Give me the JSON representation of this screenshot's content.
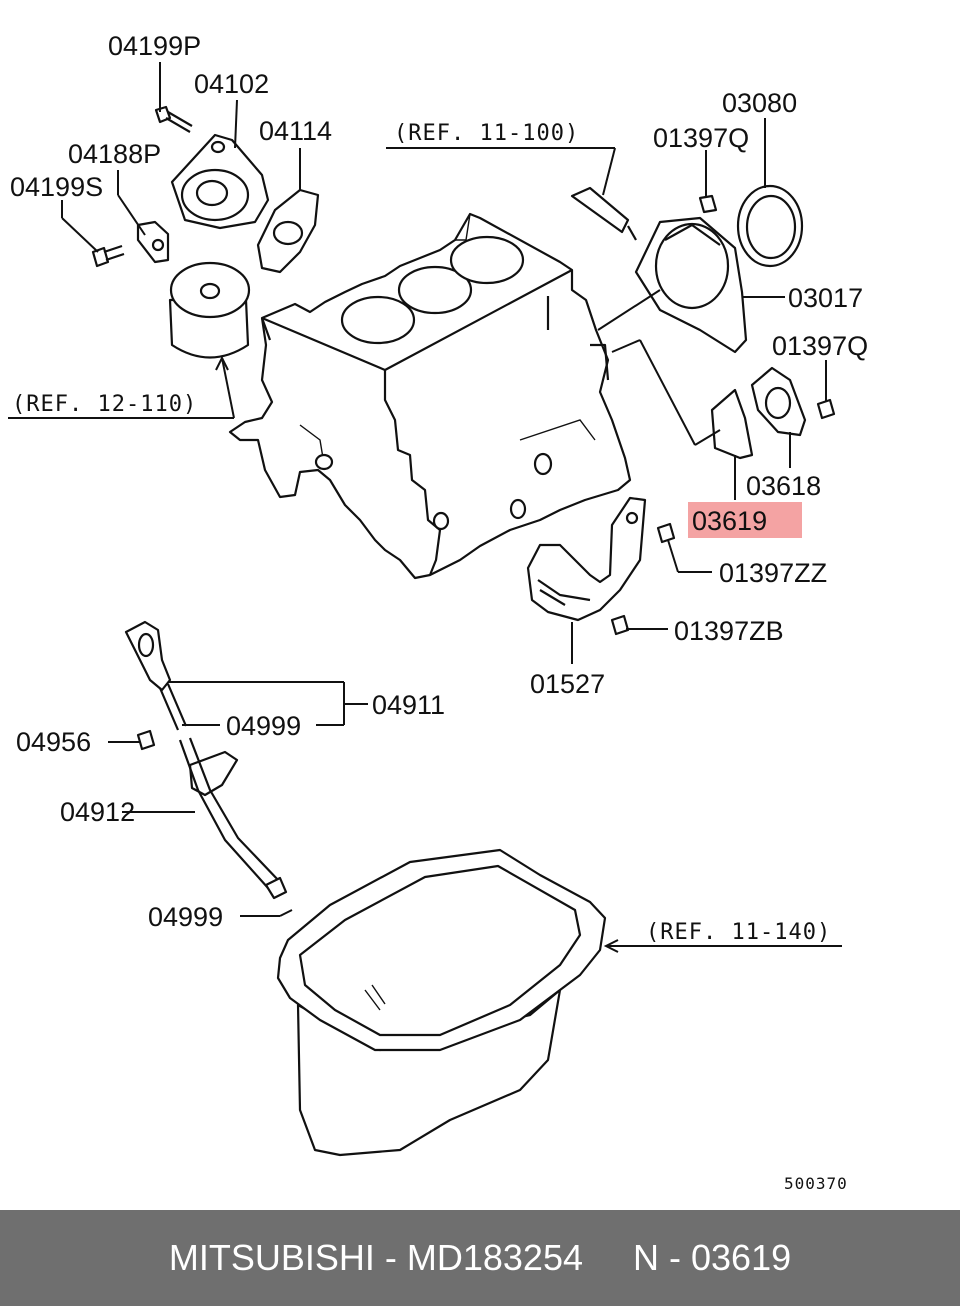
{
  "highlight_color": "#f4a3a3",
  "footer_bg": "#6f6f6f",
  "labels": {
    "p04199P": "04199P",
    "p04102": "04102",
    "p04114": "04114",
    "p04188P": "04188P",
    "p04199S": "04199S",
    "p03080": "03080",
    "p01397Q_top": "01397Q",
    "p03017": "03017",
    "p01397Q_right": "01397Q",
    "p03618": "03618",
    "p03619": "03619",
    "p01397ZZ": "01397ZZ",
    "p01397ZB": "01397ZB",
    "p01527": "01527",
    "p04911": "04911",
    "p04999_upper": "04999",
    "p04956": "04956",
    "p04912": "04912",
    "p04999_lower": "04999"
  },
  "refs": {
    "ref_11_100": "(REF. 11-100)",
    "ref_12_110": "(REF. 12-110)",
    "ref_11_140": "(REF. 11-140)"
  },
  "diagram_code": "500370",
  "footer": {
    "text": "MITSUBISHI - MD183254     N - 03619"
  }
}
